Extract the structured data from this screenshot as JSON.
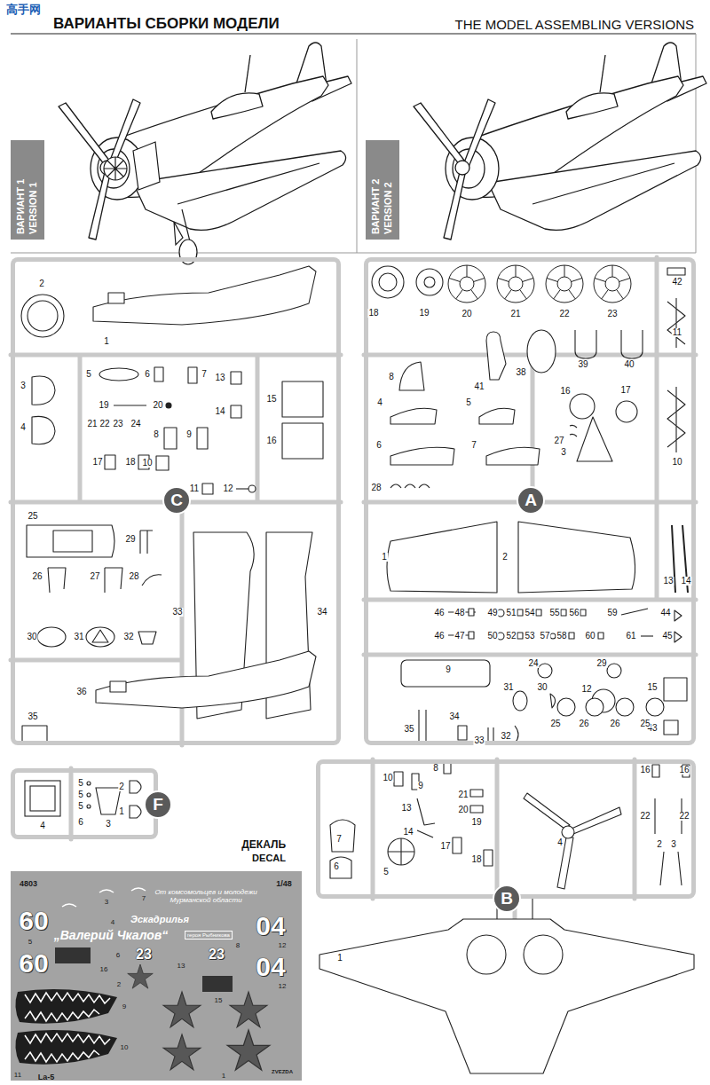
{
  "diagram": {
    "title": "ВАРИАНТЫ СБОРКИ МОДЕЛИ",
    "nodes": [
      {
        "text": [
          "ВАРИАНТ 1",
          "VERSION 1"
        ]
      },
      {
        "text": [
          "ВАРИАНТ 2",
          "VERSION 2"
        ]
      },
      {
        "text": [
          "C"
        ]
      },
      {
        "text": [
          "A"
        ]
      },
      {
        "text": [
          "F"
        ]
      },
      {
        "text": [
          "ДЕКАЛЬ",
          "DECAL"
        ]
      },
      {
        "text": [
          "B"
        ]
      }
    ],
    "labels": [
      "高手网",
      "THE MODEL ASSEMBLING VERSIONS",
      "2",
      "1",
      "3",
      "4",
      "5",
      "6",
      "7",
      "13",
      "14",
      "15",
      "16",
      "19",
      "20",
      "21",
      "22",
      "23",
      "24",
      "8",
      "9",
      "10",
      "11",
      "12",
      "17",
      "18",
      "25",
      "29",
      "26",
      "27",
      "28",
      "33",
      "34",
      "30",
      "31",
      "32",
      "35",
      "36",
      "18",
      "19",
      "20",
      "21",
      "22",
      "23",
      "42",
      "11",
      "8",
      "41",
      "38",
      "39",
      "40",
      "16",
      "17",
      "4",
      "5",
      "27",
      "6",
      "7",
      "3",
      "10",
      "28",
      "1",
      "2",
      "13",
      "14",
      "46",
      "48",
      "49",
      "51",
      "54",
      "55",
      "56",
      "59",
      "44",
      "46",
      "47",
      "50",
      "52",
      "53",
      "57",
      "58",
      "60",
      "61",
      "45",
      "9",
      "24",
      "29",
      "31",
      "30",
      "12",
      "15",
      "43",
      "35",
      "34",
      "33",
      "32",
      "25",
      "26",
      "26",
      "25",
      "5",
      "5",
      "2",
      "5",
      "1",
      "6",
      "4",
      "3",
      "8",
      "16",
      "16",
      "10",
      "9",
      "21",
      "13",
      "20",
      "22",
      "22",
      "19",
      "14",
      "7",
      "4",
      "2",
      "3",
      "17",
      "18",
      "6",
      "5",
      "1",
      "4803",
      "1/48",
      "От комсомольцев и молодежи Мурманской области",
      "3",
      "7",
      "60",
      "04",
      "4",
      "Эскадрилья",
      "„Валерий Чкалов“",
      "героя Рыбникова",
      "12",
      "5",
      "8",
      "6",
      "23",
      "23",
      "13",
      "60",
      "04",
      "16",
      "12",
      "2",
      "15",
      "9",
      "10",
      "11",
      "1",
      "La-5",
      "ZVEZDA"
    ]
  }
}
